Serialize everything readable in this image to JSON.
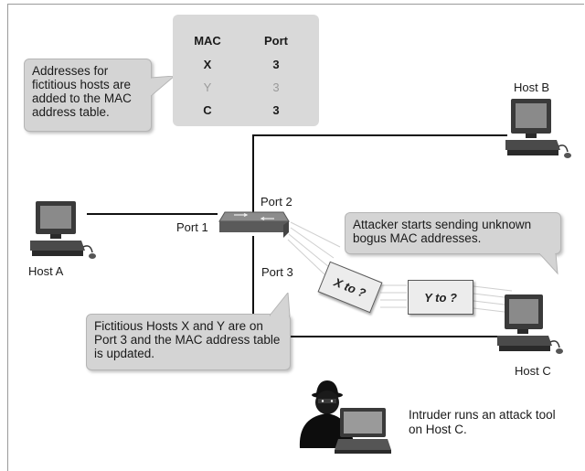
{
  "callouts": {
    "addresses_note": "Addresses for fictitious hosts are added to the MAC address table.",
    "attacker_note": "Attacker starts sending unknown bogus MAC addresses.",
    "fictitious_note": "Fictitious Hosts X and Y are on Port 3 and the MAC address table is updated.",
    "intruder_note": "Intruder runs an attack tool on Host C."
  },
  "mac_table": {
    "headers": {
      "mac": "MAC",
      "port": "Port"
    },
    "rows": [
      {
        "mac": "X",
        "port": "3",
        "faded": false
      },
      {
        "mac": "Y",
        "port": "3",
        "faded": true
      },
      {
        "mac": "C",
        "port": "3",
        "faded": false
      }
    ]
  },
  "hosts": {
    "a": "Host A",
    "b": "Host B",
    "c": "Host C"
  },
  "ports": {
    "p1": "Port 1",
    "p2": "Port 2",
    "p3": "Port 3"
  },
  "frames": {
    "x": "X to ?",
    "y": "Y to ?"
  },
  "icons": [
    "computer-icon",
    "switch-icon",
    "envelope-icon",
    "hacker-icon",
    "laptop-icon"
  ]
}
